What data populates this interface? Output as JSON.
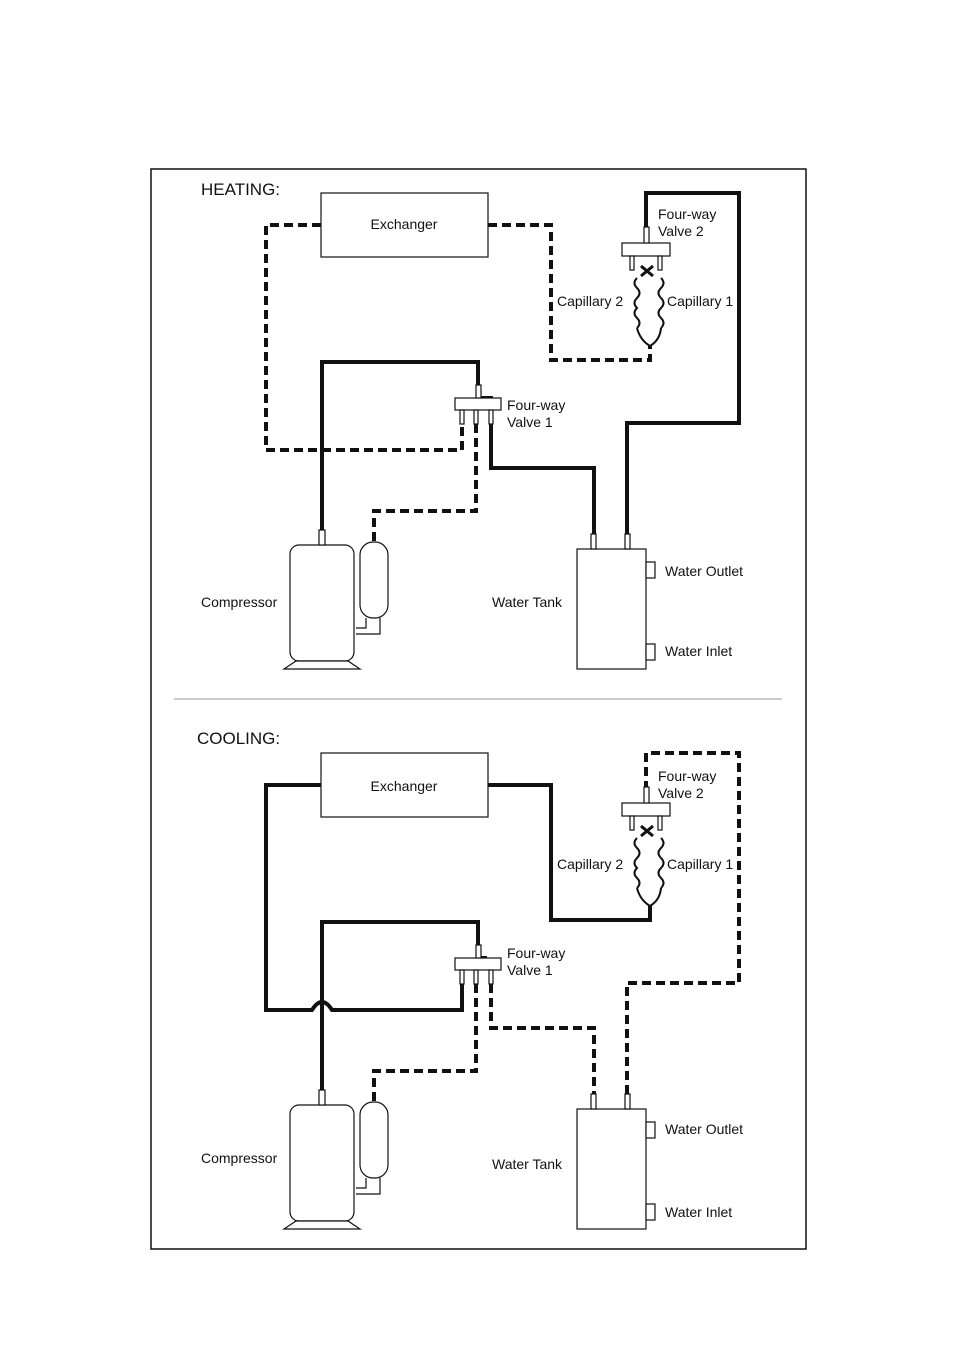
{
  "heating": {
    "title": "HEATING:",
    "exchanger": "Exchanger",
    "valve2_line1": "Four-way",
    "valve2_line2": "Valve 2",
    "capillary2": "Capillary 2",
    "capillary1": "Capillary 1",
    "valve1_line1": "Four-way",
    "valve1_line2": "Valve 1",
    "compressor": "Compressor",
    "water_tank": "Water Tank",
    "water_outlet": "Water Outlet",
    "water_inlet": "Water Inlet"
  },
  "cooling": {
    "title": "COOLING:",
    "exchanger": "Exchanger",
    "valve2_line1": "Four-way",
    "valve2_line2": "Valve 2",
    "capillary2": "Capillary 2",
    "capillary1": "Capillary 1",
    "valve1_line1": "Four-way",
    "valve1_line2": "Valve 1",
    "compressor": "Compressor",
    "water_tank": "Water Tank",
    "water_outlet": "Water Outlet",
    "water_inlet": "Water Inlet"
  }
}
